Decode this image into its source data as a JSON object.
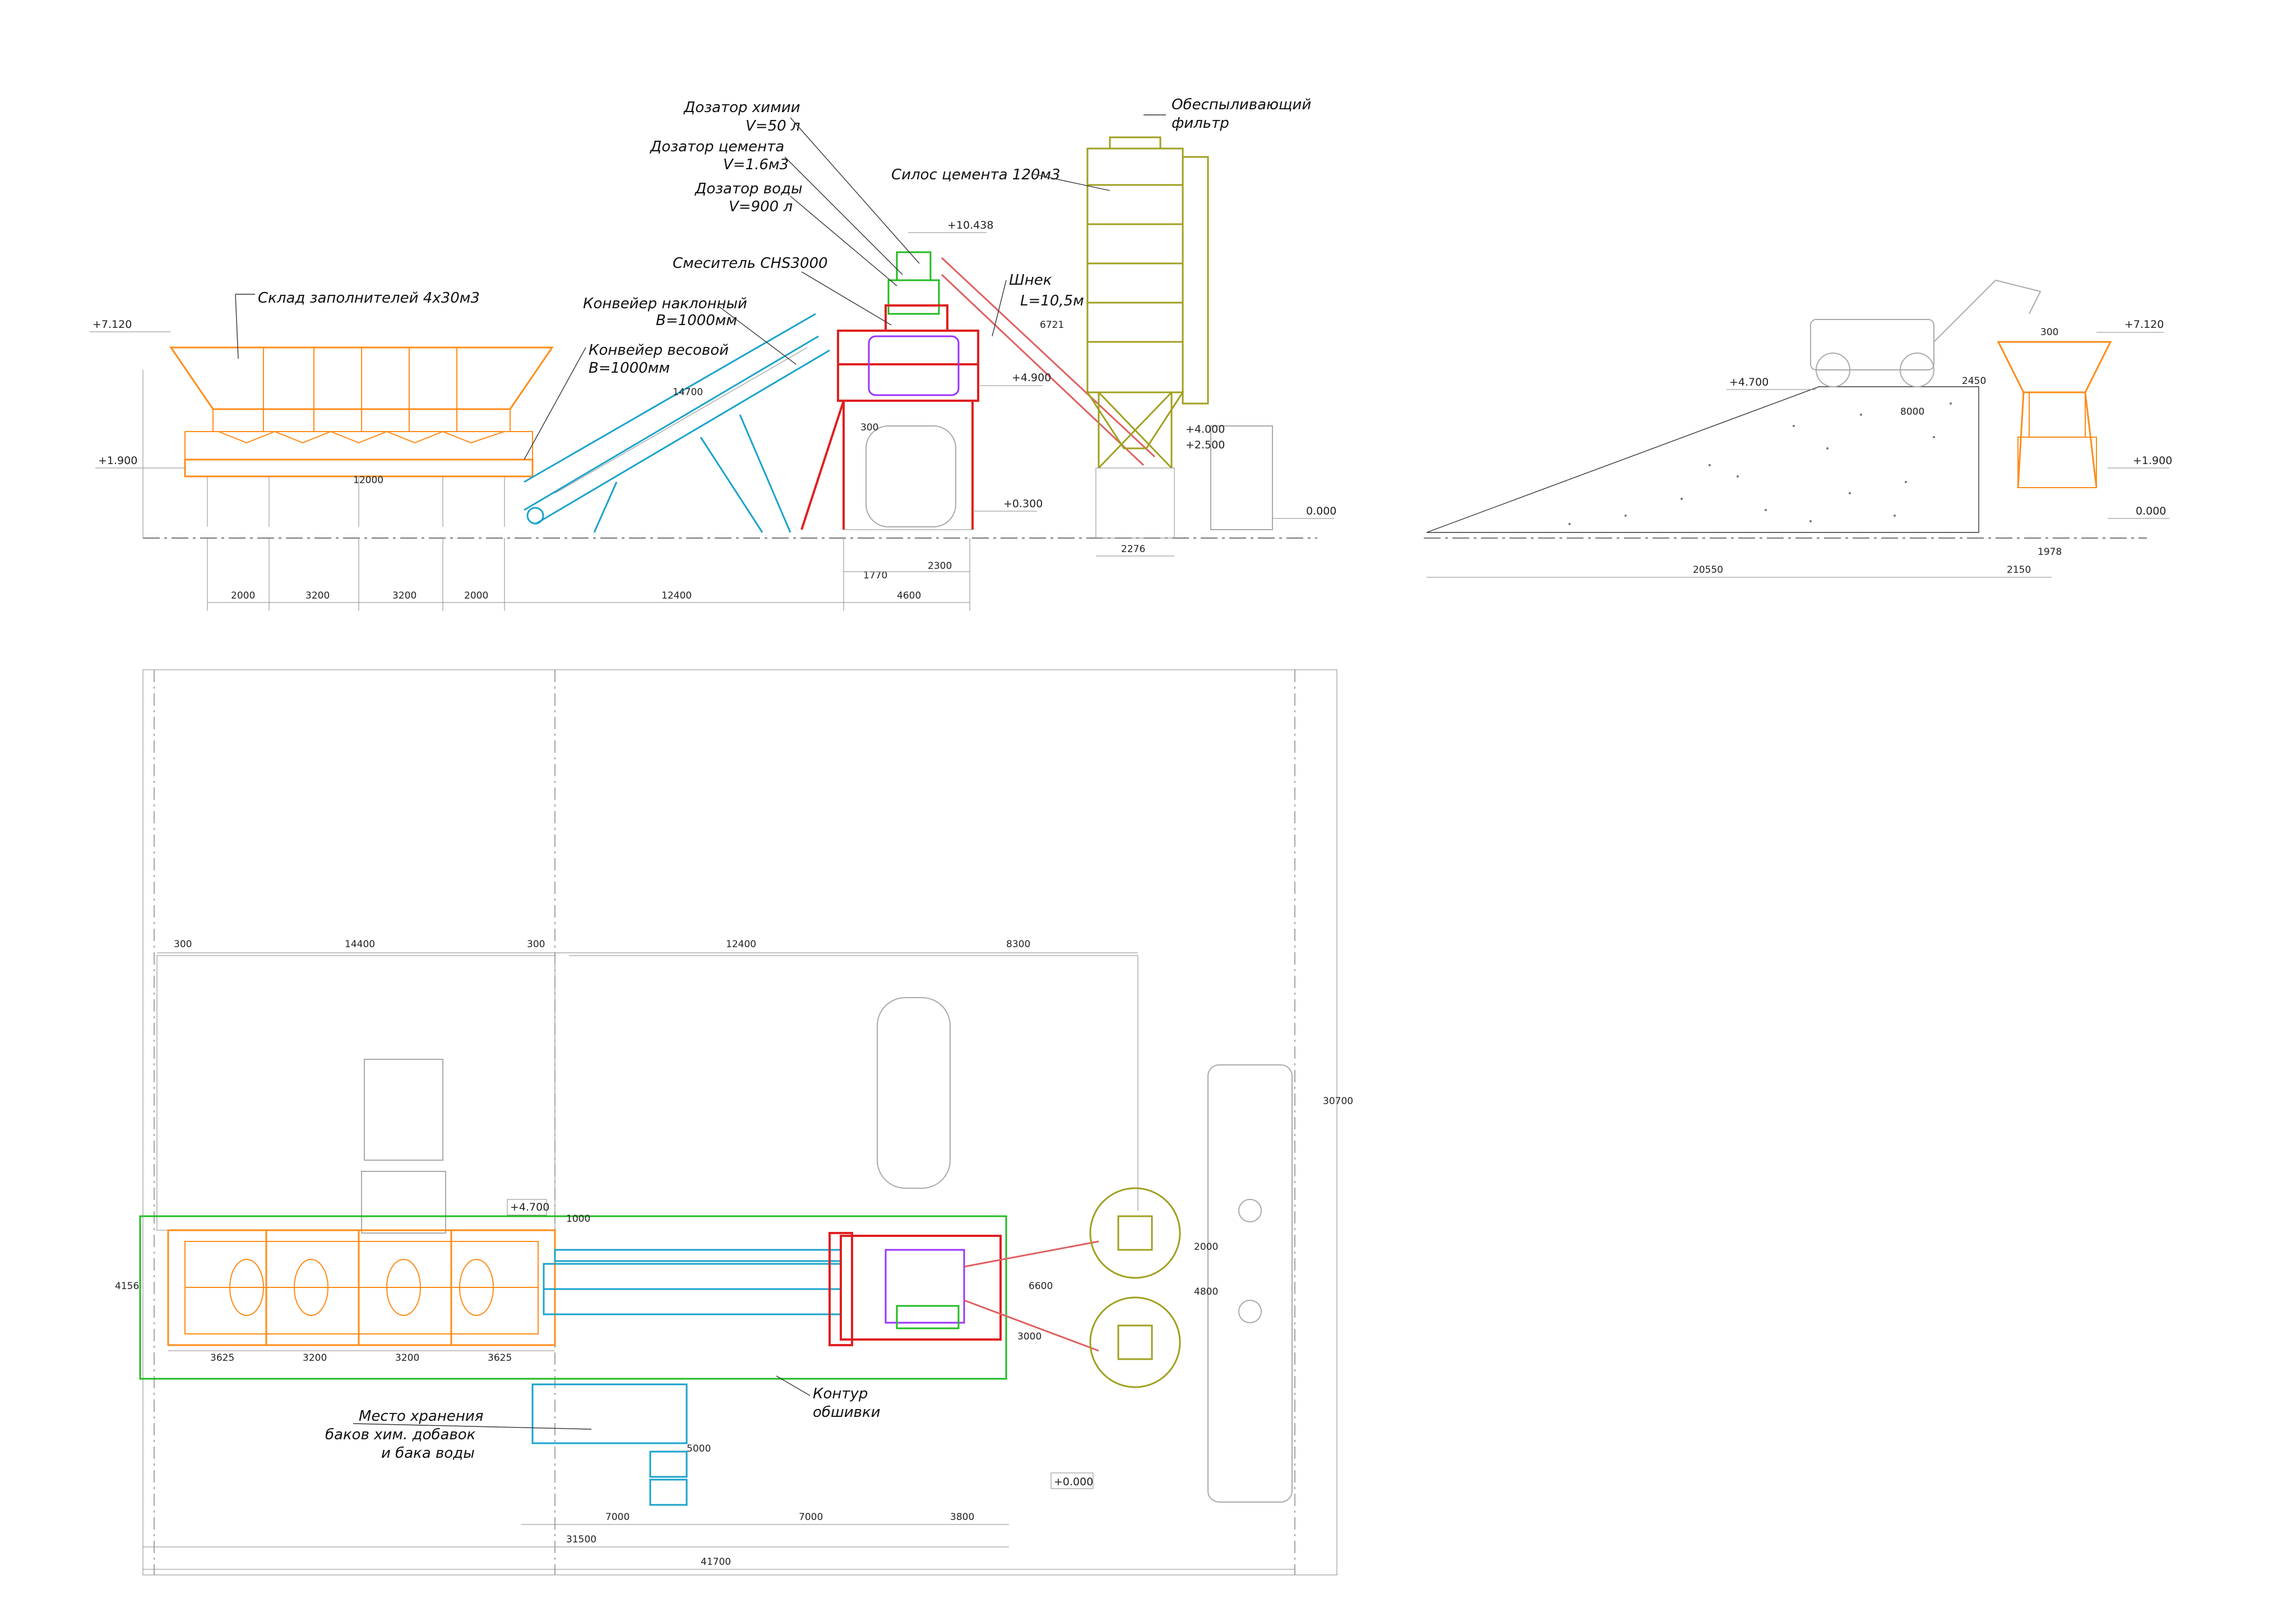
{
  "labels": {
    "sklad": "Склад заполнителей 4х30м3",
    "conv_inclined": "Конвейер наклонный",
    "conv_inclined_b": "В=1000мм",
    "conv_weigh": "Конвейер весовой",
    "conv_weigh_b": "В=1000мм",
    "dosator_chem": "Дозатор химии",
    "dosator_chem_v": "V=50 л",
    "dosator_cement": "Дозатор цемента",
    "dosator_cement_v": "V=1.6м3",
    "dosator_water": "Дозатор воды",
    "dosator_water_v": "V=900 л",
    "mixer": "Смеситель CHS3000",
    "silo": "Силос цемента 120м3",
    "filter": "Обеспыливающий",
    "filter2": "фильтр",
    "screw": "Шнек",
    "screw_l": "L=10,5м",
    "storage1": "Место хранения",
    "storage2": "баков хим. добавок",
    "storage3": "и бака воды",
    "contour1": "Контур",
    "contour2": "обшивки"
  },
  "levels": {
    "l7120": "+7.120",
    "l1900": "+1.900",
    "l10438": "+10.438",
    "l4900": "+4.900",
    "l0300": "+0.300",
    "l4000": "+4.000",
    "l2500": "+2.500",
    "l0000": "0.000",
    "r4700": "+4.700",
    "r7120": "+7.120",
    "r1900": "+1.900",
    "r0000": "0.000",
    "p4700": "+4.700",
    "p0000": "+0.000"
  },
  "dims": {
    "d2000a": "2000",
    "d3200a": "3200",
    "d3200b": "3200",
    "d2000b": "2000",
    "d12400": "12400",
    "d4600": "4600",
    "d12000": "12000",
    "d1770": "1770",
    "d2300": "2300",
    "d2276": "2276",
    "d14700": "14700",
    "d6721": "6721",
    "d300": "300",
    "d20550": "20550",
    "d2150": "2150",
    "d1978": "1978",
    "d300r": "300",
    "d8000": "8000",
    "d2450": "2450",
    "p300a": "300",
    "p14400": "14400",
    "p300b": "300",
    "p12400": "12400",
    "p8300": "8300",
    "p3625a": "3625",
    "p3200a": "3200",
    "p3200b": "3200",
    "p3625b": "3625",
    "p7000a": "7000",
    "p7000b": "7000",
    "p3800": "3800",
    "p31500": "31500",
    "p41700": "41700",
    "p30700": "30700",
    "p4156": "4156",
    "p6600": "6600",
    "p3000": "3000",
    "p4800": "4800",
    "p2000": "2000",
    "p5000": "5000",
    "p1000": "1000"
  },
  "colors": {
    "aggregate": "#ff8c1a",
    "conveyor": "#1aa3cc",
    "mixer_frame": "#e02020",
    "silo": "#a0a020",
    "mixer": "#9933ff",
    "dosing": "#22bb22",
    "screw": "#e06060"
  }
}
